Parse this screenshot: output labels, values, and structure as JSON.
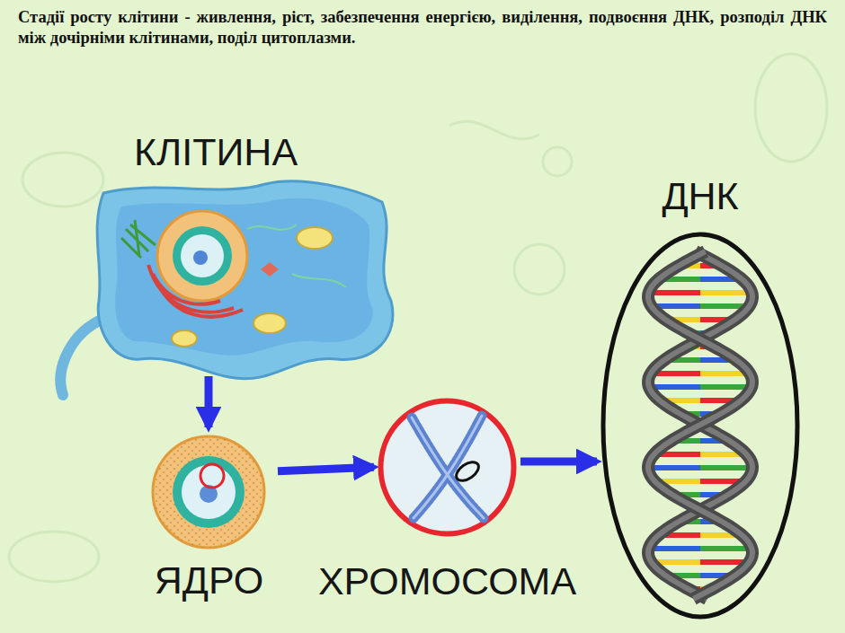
{
  "diagram": {
    "title": "Стадії росту клітини - живлення, ріст, забезпечення енергією, виділення, подвоєння ДНК, розподіл ДНК між дочірніми клітинами, поділ цитоплазми.",
    "nodes": [
      {
        "text": [
          "КЛІТИНА"
        ]
      },
      {
        "text": [
          "ЯДРО"
        ]
      },
      {
        "text": [
          "ХРОМОСОМА"
        ]
      },
      {
        "text": [
          "ДНК"
        ]
      }
    ],
    "edges": [
      {
        "from": 0,
        "to": 1,
        "arrow": "to"
      },
      {
        "from": 1,
        "to": 2,
        "arrow": "to"
      },
      {
        "from": 2,
        "to": 3,
        "arrow": "to"
      }
    ]
  }
}
